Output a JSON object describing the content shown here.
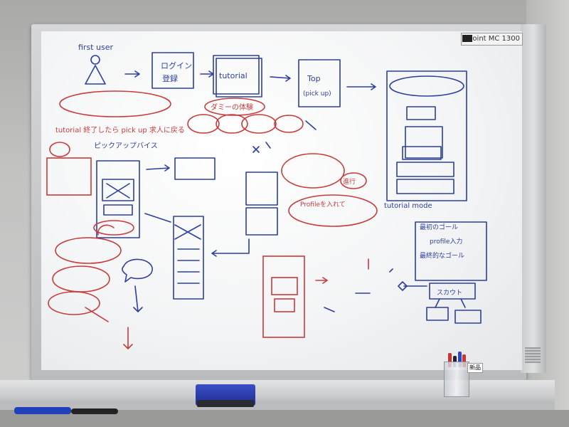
{
  "whiteboard": {
    "brand_label": "Joint MC 1300",
    "new_tag": "新品"
  },
  "flow": {
    "first_user": "first user",
    "login": "ログイン",
    "register": "登録",
    "tutorial": "tutorial",
    "top": "Top",
    "top_sub": "(pick up)"
  },
  "notes": {
    "daily_experience": "ダミーの体験",
    "pick_up_label": "ピックアップバイス",
    "tutorial_mode": "tutorial mode",
    "tutorial_sentence": "tutorial 終了したら pick up 求人に戻る",
    "profile_note": "Profileを入れて",
    "profile_input": "profile入力",
    "progress": "進行",
    "scout": "スカウト",
    "goal_1": "最初のゴール",
    "goal_2": "最終的なゴール"
  },
  "colors": {
    "blue_ink": "#2c3f9e",
    "red_ink": "#c93b3b",
    "frame": "#c8cacc",
    "eraser": "#2a3aa8"
  }
}
